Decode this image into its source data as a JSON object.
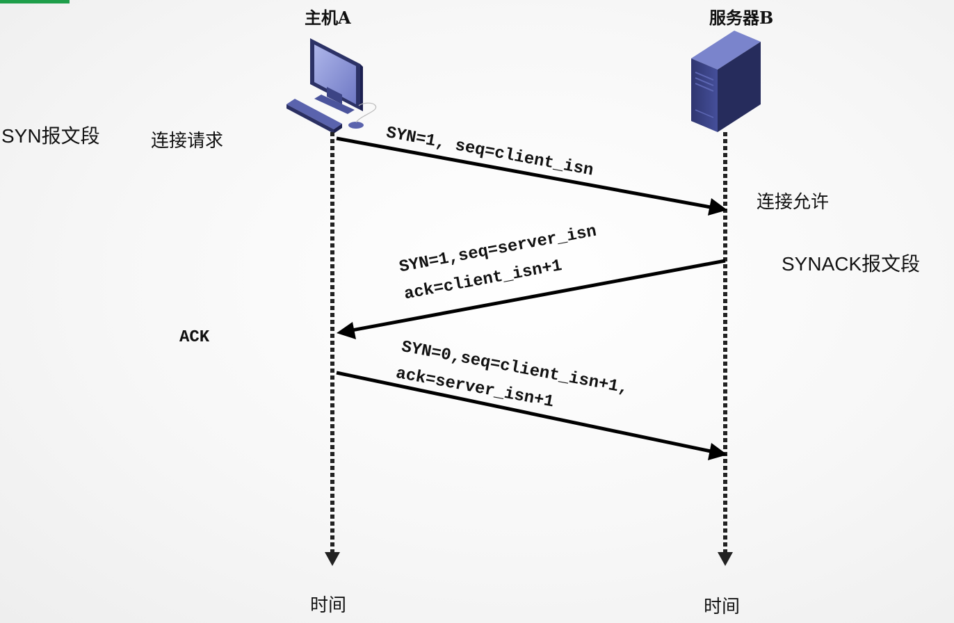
{
  "colors": {
    "accent": "#1e9e4a",
    "device": "#3c4485",
    "arrow": "#000000"
  },
  "host_a": {
    "title": "主机A",
    "icon": "desktop-computer-icon",
    "time_label": "时间"
  },
  "server_b": {
    "title": "服务器B",
    "icon": "server-tower-icon",
    "time_label": "时间"
  },
  "left_labels": {
    "syn_segment": "SYN报文段",
    "conn_request": "连接请求",
    "ack": "ACK"
  },
  "right_labels": {
    "conn_grant": "连接允许",
    "synack_segment": "SYNACK报文段"
  },
  "messages": [
    {
      "from": "A",
      "to": "B",
      "lines": [
        "SYN=1, seq=client_isn"
      ]
    },
    {
      "from": "B",
      "to": "A",
      "lines": [
        "SYN=1,seq=server_isn",
        "ack=client_isn+1"
      ]
    },
    {
      "from": "A",
      "to": "B",
      "lines": [
        "SYN=0,seq=client_isn+1,",
        "ack=server_isn+1"
      ]
    }
  ]
}
